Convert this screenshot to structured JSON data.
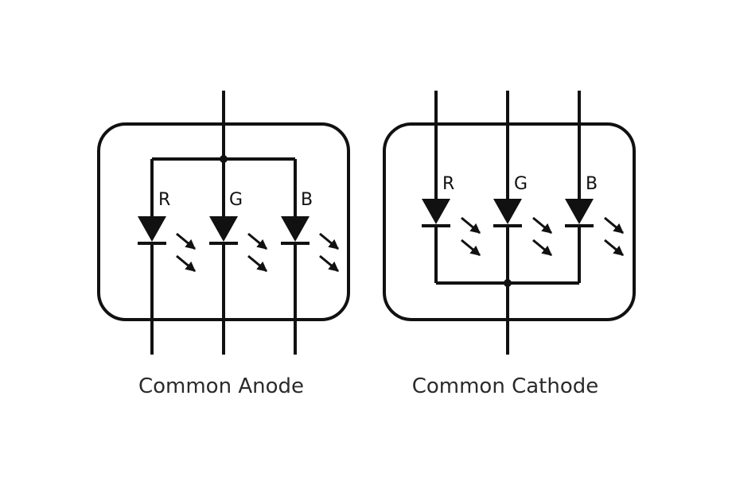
{
  "colors": {
    "line": "#111111",
    "background": "#ffffff",
    "caption": "#2a2a2a"
  },
  "diagrams": [
    {
      "id": "common-anode",
      "caption": "Common Anode",
      "diodes": [
        {
          "label": "R"
        },
        {
          "label": "G"
        },
        {
          "label": "B"
        }
      ]
    },
    {
      "id": "common-cathode",
      "caption": "Common Cathode",
      "diodes": [
        {
          "label": "R"
        },
        {
          "label": "G"
        },
        {
          "label": "B"
        }
      ]
    }
  ]
}
